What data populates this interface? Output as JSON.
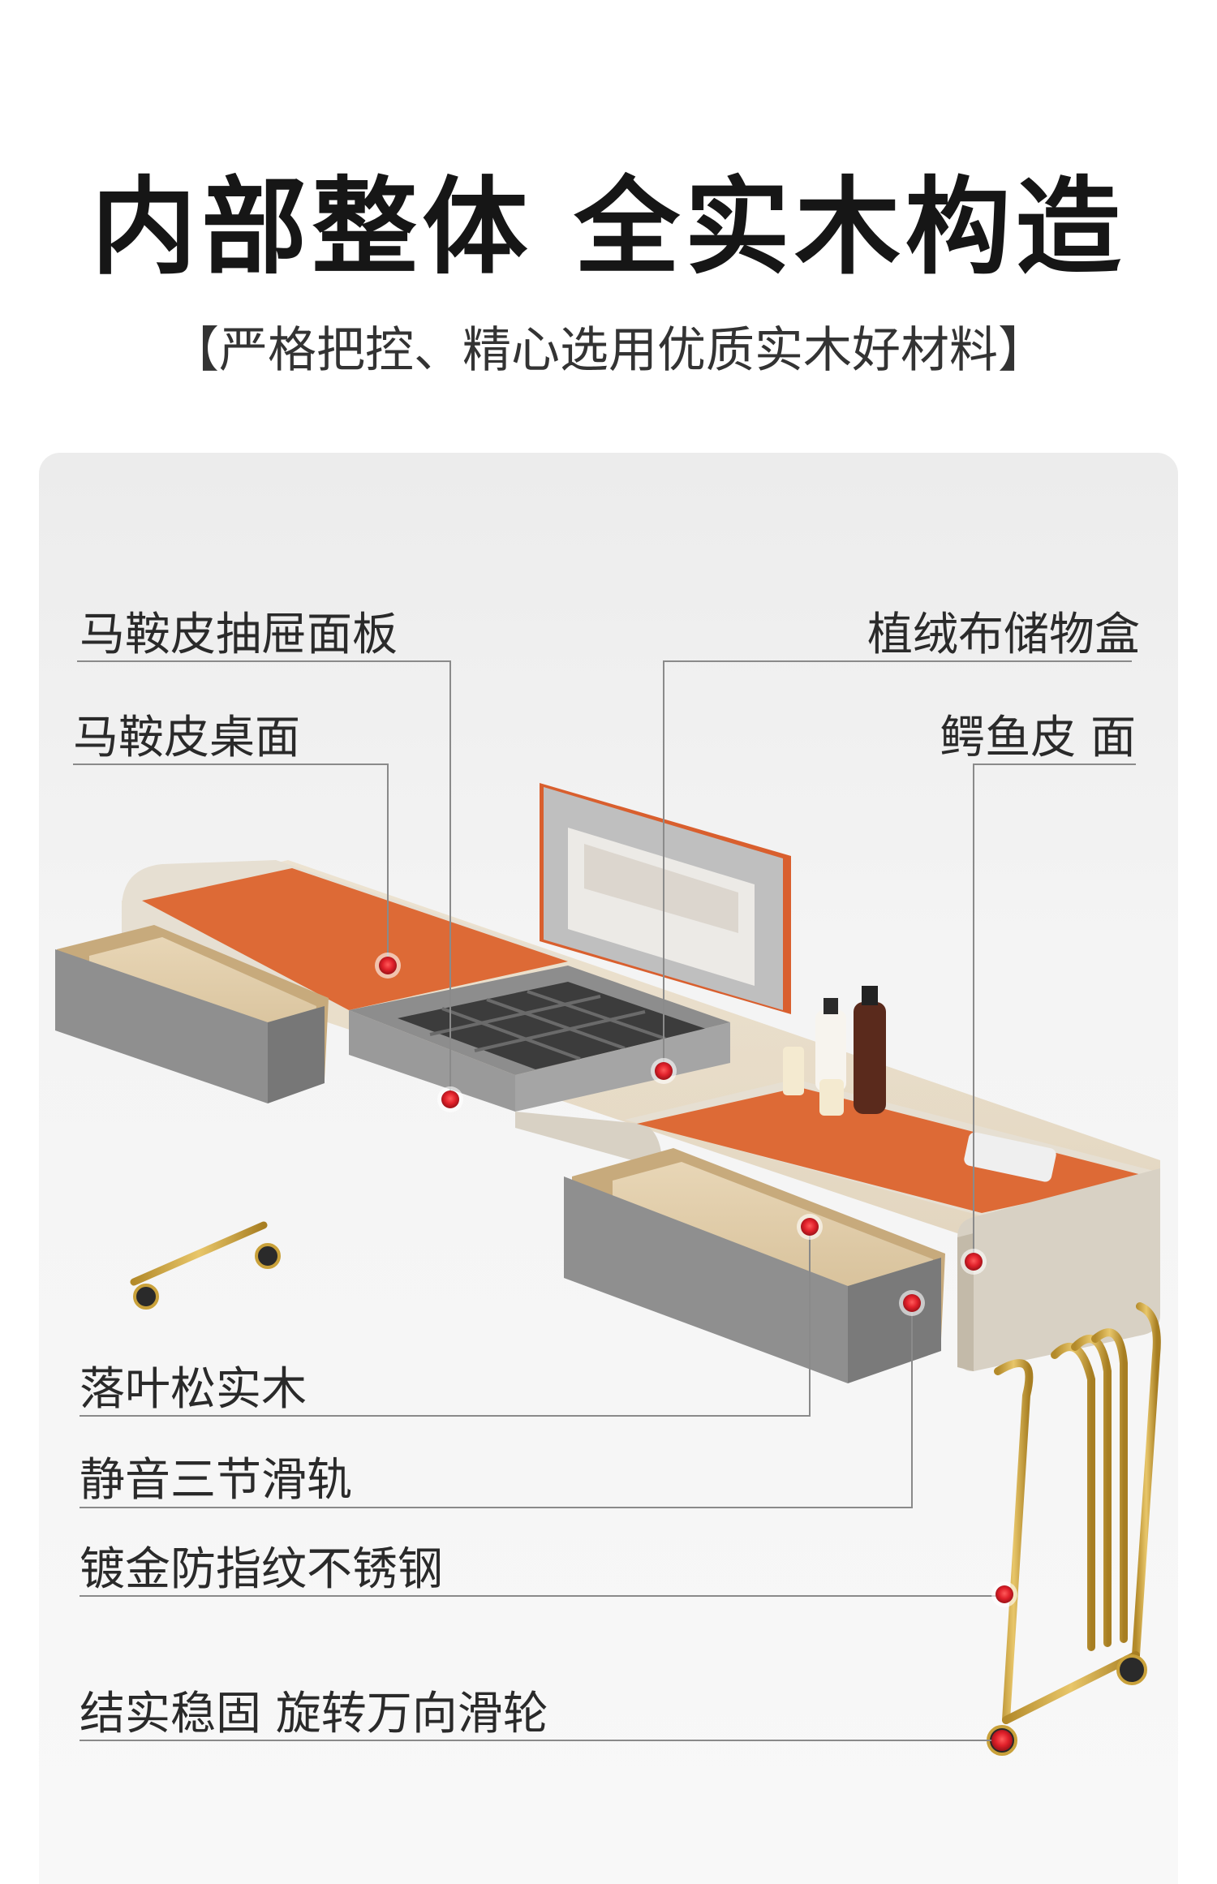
{
  "header": {
    "title": "内部整体 全实木构造",
    "subtitle": "【严格把控、精心选用优质实木好材料】"
  },
  "callouts": {
    "drawer_panel": "马鞍皮抽屉面板",
    "desk_top": "马鞍皮桌面",
    "velvet_box": "植绒布储物盒",
    "croc_leather": "鳄鱼皮 面",
    "larch_wood": "落叶松实木",
    "slide_rail": "静音三节滑轨",
    "steel": "镀金防指纹不锈钢",
    "caster": "结实稳固 旋转万向滑轮"
  },
  "colors": {
    "leather": "#dd6a36",
    "drawer_gray": "#8c8c8c",
    "frame_beige": "#d8d1c4",
    "gold": "#c9a13a",
    "hotspot": "#e0202a"
  }
}
